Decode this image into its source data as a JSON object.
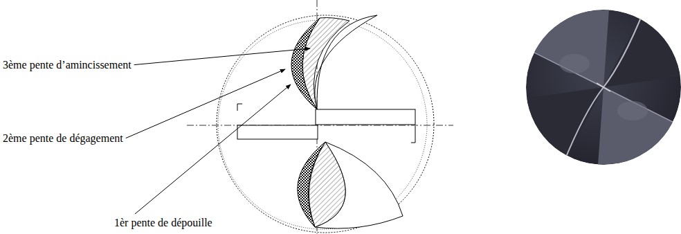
{
  "diagram": {
    "labels": [
      "3ème pente d’amincissement",
      "2ème pente de dégagement",
      "1èr pente de dépouille"
    ]
  }
}
